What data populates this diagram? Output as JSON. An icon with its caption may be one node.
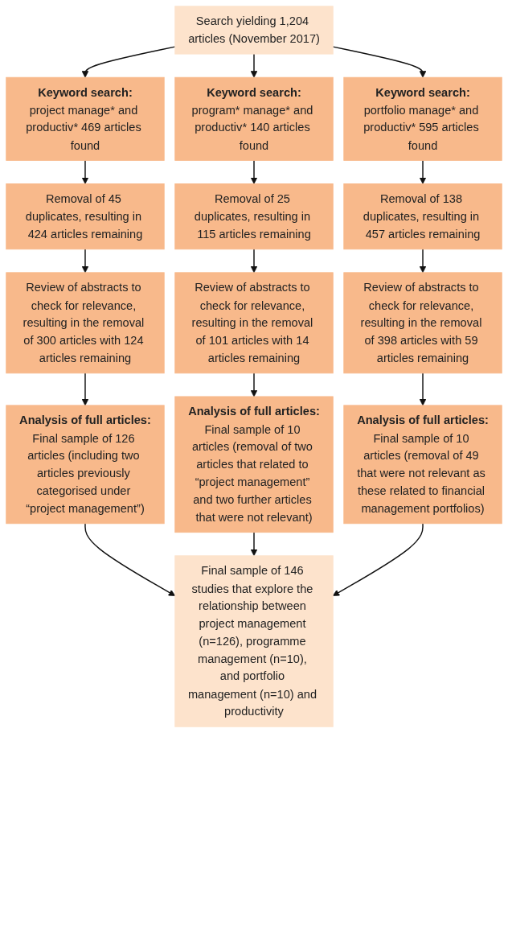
{
  "diagram": {
    "nodes": [
      {
        "text": [
          "Search yielding 1,204 articles (November 2017)"
        ]
      },
      {
        "text": [
          "Keyword search:",
          "project manage* and productiv* 469 articles found"
        ]
      },
      {
        "text": [
          "Keyword search:",
          "program* manage* and productiv* 140 articles found"
        ]
      },
      {
        "text": [
          "Keyword search:",
          "portfolio manage* and productiv* 595 articles found"
        ]
      },
      {
        "text": [
          "Removal of 45 duplicates, resulting in 424 articles remaining"
        ]
      },
      {
        "text": [
          "Removal of 25 duplicates, resulting in 115 articles remaining"
        ]
      },
      {
        "text": [
          "Removal of 138 duplicates, resulting in 457 articles remaining"
        ]
      },
      {
        "text": [
          "Review of abstracts to check for relevance, resulting in the removal of 300 articles with 124 articles remaining"
        ]
      },
      {
        "text": [
          "Review of abstracts to check for relevance, resulting in the removal of 101 articles with 14 articles remaining"
        ]
      },
      {
        "text": [
          "Review of abstracts to check for relevance, resulting in the removal of 398 articles with 59 articles remaining"
        ]
      },
      {
        "text": [
          "Analysis of full articles:",
          "Final sample of 126 articles (including two articles previously categorised under “project management”)"
        ]
      },
      {
        "text": [
          "Analysis of full articles:",
          "Final sample of 10 articles (removal of two articles that related to “project management” and two further articles that were not relevant)"
        ]
      },
      {
        "text": [
          "Analysis of full articles:",
          "Final sample of 10 articles (removal of 49 that were not relevant as these related to financial management portfolios)"
        ]
      },
      {
        "text": [
          "Final sample of 146 studies that explore the relationship between project management (n=126), programme management (n=10), and portfolio management (n=10) and productivity"
        ]
      }
    ],
    "edges": [
      {
        "from": 0,
        "to": 1,
        "arrow": "to"
      },
      {
        "from": 0,
        "to": 2,
        "arrow": "to"
      },
      {
        "from": 0,
        "to": 3,
        "arrow": "to"
      },
      {
        "from": 1,
        "to": 4,
        "arrow": "to"
      },
      {
        "from": 2,
        "to": 5,
        "arrow": "to"
      },
      {
        "from": 3,
        "to": 6,
        "arrow": "to"
      },
      {
        "from": 4,
        "to": 7,
        "arrow": "to"
      },
      {
        "from": 5,
        "to": 8,
        "arrow": "to"
      },
      {
        "from": 6,
        "to": 9,
        "arrow": "to"
      },
      {
        "from": 7,
        "to": 10,
        "arrow": "to"
      },
      {
        "from": 8,
        "to": 11,
        "arrow": "to"
      },
      {
        "from": 9,
        "to": 12,
        "arrow": "to"
      },
      {
        "from": 10,
        "to": 13,
        "arrow": "to"
      },
      {
        "from": 11,
        "to": 13,
        "arrow": "to"
      },
      {
        "from": 12,
        "to": 13,
        "arrow": "to"
      }
    ]
  }
}
